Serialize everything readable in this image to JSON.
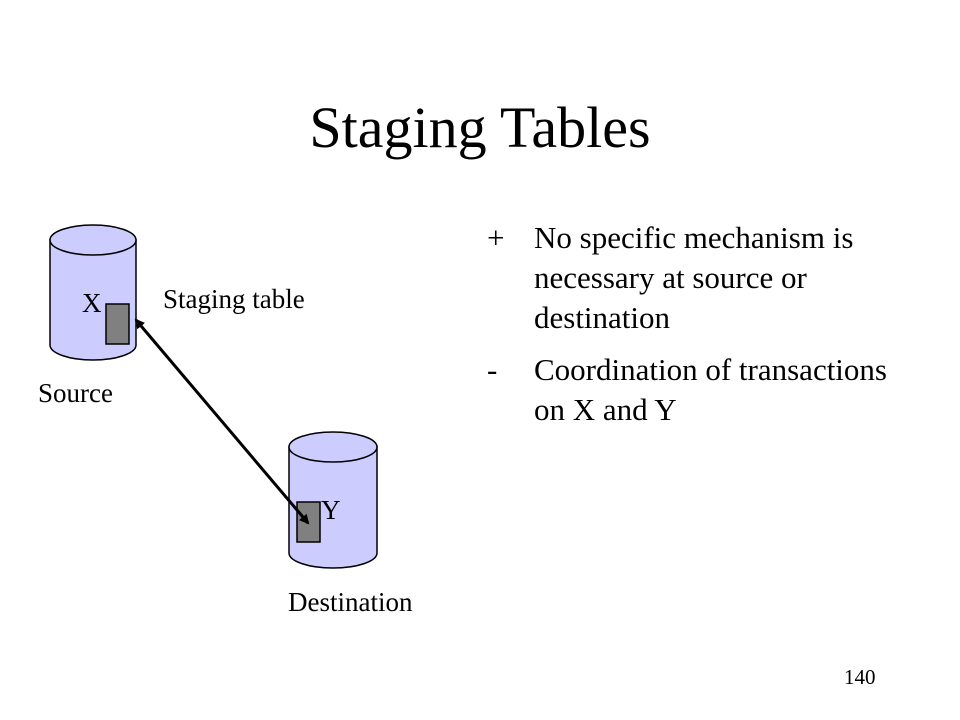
{
  "slide": {
    "title": "Staging Tables",
    "page_number": "140"
  },
  "diagram": {
    "source_db_letter": "X",
    "destination_db_letter": "Y",
    "staging_table_label": "Staging table",
    "source_label": "Source",
    "destination_label": "Destination",
    "cylinder_fill": "#ccccff",
    "staging_box_fill": "#808080"
  },
  "bullets": [
    {
      "marker": "+",
      "text": "No specific mechanism is necessary at source or destination"
    },
    {
      "marker": "-",
      "text": "Coordination of transactions on X and Y"
    }
  ]
}
